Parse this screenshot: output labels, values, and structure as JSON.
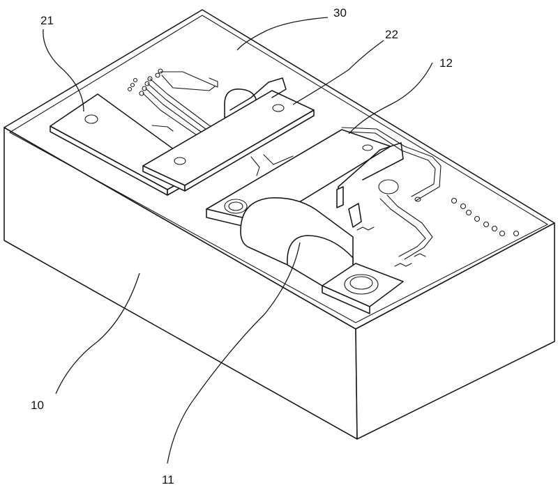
{
  "figure": {
    "labels": {
      "body": "10",
      "cylinder": "11",
      "terminal_board": "12",
      "left_plate": "21",
      "bridge_plate": "22",
      "top_board": "30"
    }
  }
}
